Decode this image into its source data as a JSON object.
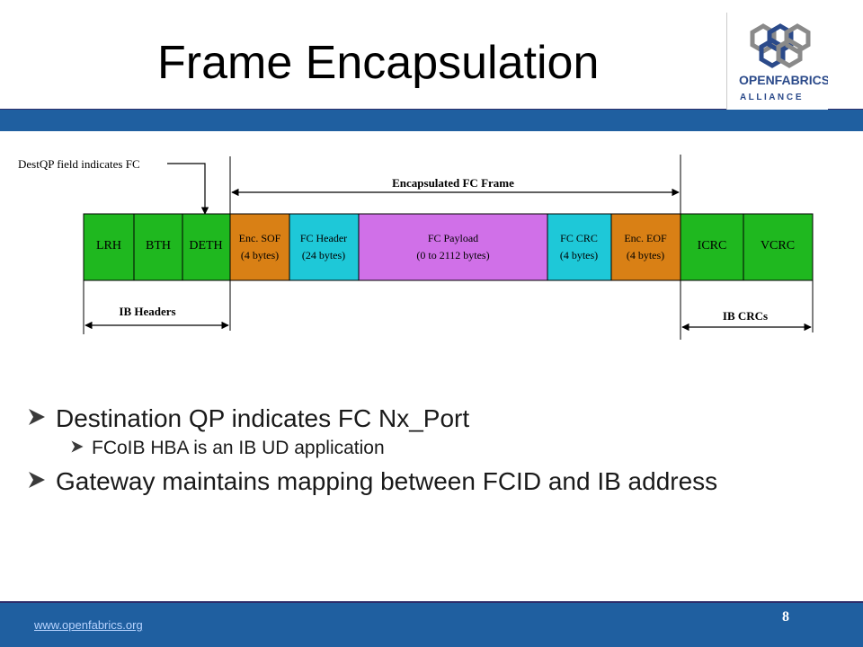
{
  "slide": {
    "title": "Frame Encapsulation",
    "url": "www.openfabrics.org",
    "page_number": "8"
  },
  "logo": {
    "line1": "OPENFABRICS",
    "line2": "A L L I A N C E",
    "icon": "hexagon-logo-icon"
  },
  "diagram": {
    "annotation": "DestQP field indicates FC",
    "encapsulated_label": "Encapsulated FC Frame",
    "ib_headers_label": "IB Headers",
    "ib_crcs_label": "IB CRCs",
    "fields": [
      {
        "line1": "LRH",
        "line2": "",
        "color": "#1fb81f"
      },
      {
        "line1": "BTH",
        "line2": "",
        "color": "#1fb81f"
      },
      {
        "line1": "DETH",
        "line2": "",
        "color": "#1fb81f"
      },
      {
        "line1": "Enc. SOF",
        "line2": "(4 bytes)",
        "color": "#d98015"
      },
      {
        "line1": "FC Header",
        "line2": "(24 bytes)",
        "color": "#1ec8d8"
      },
      {
        "line1": "FC Payload",
        "line2": "(0 to 2112 bytes)",
        "color": "#d070e8"
      },
      {
        "line1": "FC CRC",
        "line2": "(4 bytes)",
        "color": "#1ec8d8"
      },
      {
        "line1": "Enc. EOF",
        "line2": "(4 bytes)",
        "color": "#d98015"
      },
      {
        "line1": "ICRC",
        "line2": "",
        "color": "#1fb81f"
      },
      {
        "line1": "VCRC",
        "line2": "",
        "color": "#1fb81f"
      }
    ]
  },
  "bullets": [
    {
      "level": 1,
      "text": "Destination QP indicates FC Nx_Port"
    },
    {
      "level": 2,
      "text": "FCoIB HBA is an IB UD application"
    },
    {
      "level": 1,
      "text": "Gateway maintains mapping between FCID and IB address"
    }
  ],
  "colors": {
    "band": "#1f5fa0",
    "bullet_arrow": "#3a3a3a"
  }
}
